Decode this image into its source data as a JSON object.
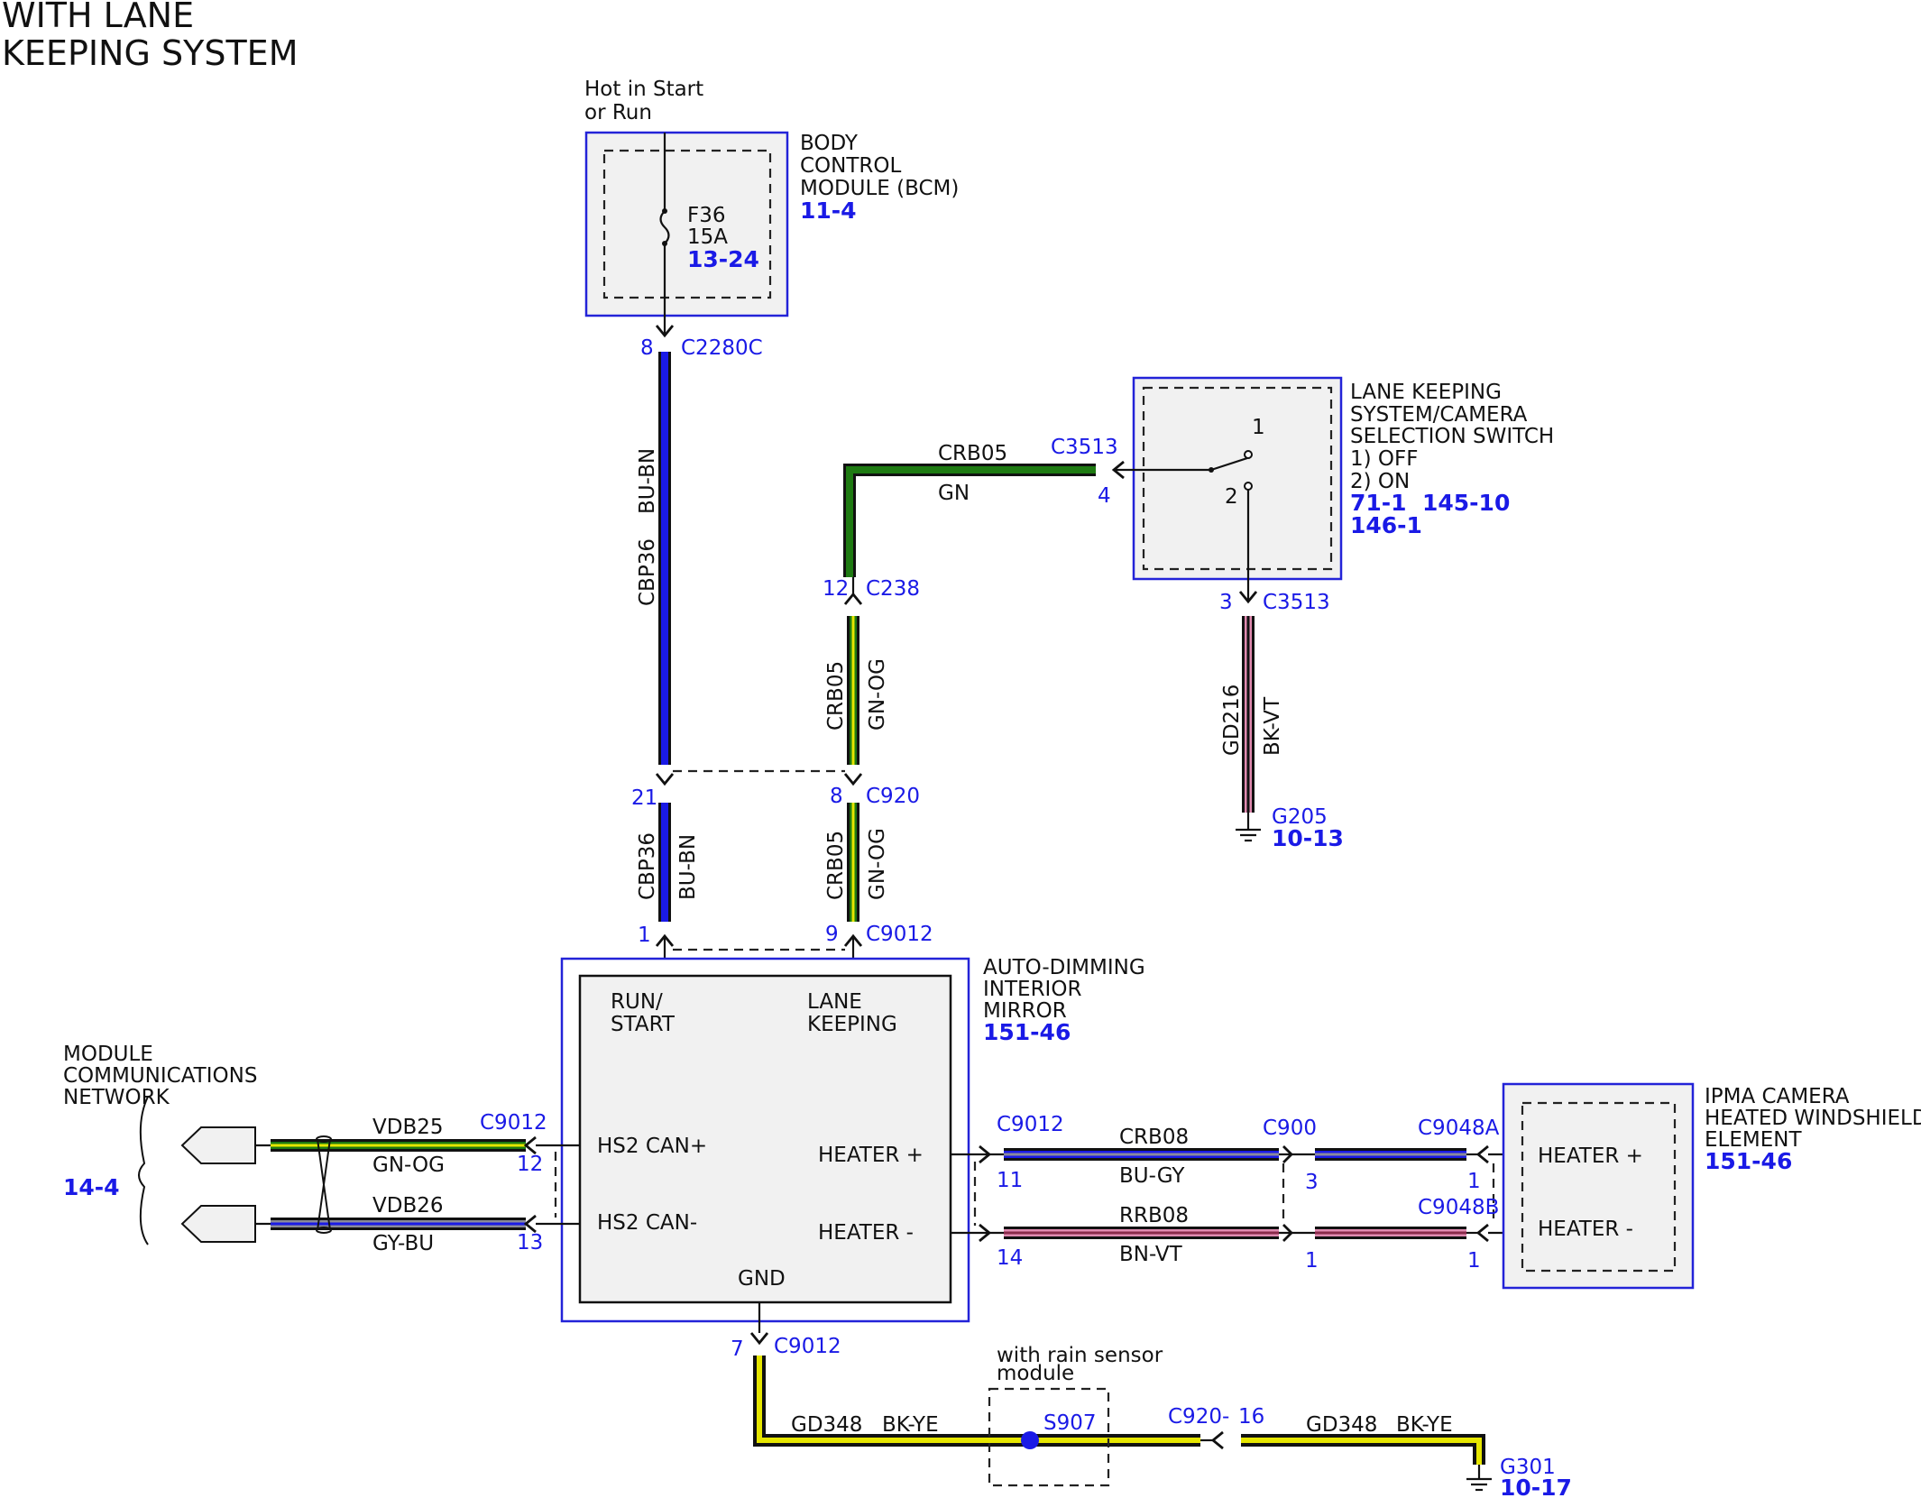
{
  "title": {
    "line1": "WITH LANE",
    "line2": "KEEPING SYSTEM"
  },
  "colors": {
    "blue": "#1a1ae6",
    "green": "#1e7a12",
    "yellow": "#e6e600",
    "grey": "#8a8a9a",
    "pink": "#e08ab0",
    "violet": "#8a2a8a",
    "black": "#111111",
    "brown": "#8b4513",
    "module_border": "#2323d8",
    "module_fill": "#f1f1f1"
  },
  "bcm": {
    "power_note_1": "Hot in Start",
    "power_note_2": "or Run",
    "name_1": "BODY",
    "name_2": "CONTROL",
    "name_3": "MODULE (BCM)",
    "ref": "11-4",
    "fuse_id": "F36",
    "fuse_rating": "15A",
    "fuse_ref": "13-24",
    "pin": "8",
    "connector": "C2280C"
  },
  "wire_cbp36": {
    "circuit": "CBP36",
    "color_code": "BU-BN",
    "upper_pin": "21",
    "lower_pin": "1"
  },
  "switch": {
    "name_1": "LANE KEEPING",
    "name_2": "SYSTEM/CAMERA",
    "name_3": "SELECTION SWITCH",
    "pos_1": "1) OFF",
    "pos_2": "2) ON",
    "ref_1": "71-1",
    "ref_2": "145-10",
    "ref_3": "146-1",
    "contact_1": "1",
    "contact_2": "2",
    "out_pin": "4",
    "out_connector": "C3513",
    "gnd_pin": "3",
    "gnd_connector": "C3513"
  },
  "wire_crb05": {
    "circuit": "CRB05",
    "color_top": "GN",
    "color_mid": "GN-OG",
    "c238_pin": "12",
    "c238": "C238",
    "c920_pin": "8",
    "c920": "C920",
    "mirror_pin": "9"
  },
  "wire_gd216": {
    "circuit": "GD216",
    "color_code": "BK-VT",
    "ground": "G205",
    "ground_ref": "10-13"
  },
  "mirror": {
    "name_1": "AUTO-DIMMING",
    "name_2": "INTERIOR",
    "name_3": "MIRROR",
    "ref": "151-46",
    "connector": "C9012",
    "pin_run_1": "RUN/",
    "pin_run_2": "START",
    "pin_lane_1": "LANE",
    "pin_lane_2": "KEEPING",
    "can_high": "HS2 CAN+",
    "can_low": "HS2 CAN-",
    "heater_pos": "HEATER +",
    "heater_neg": "HEATER -",
    "gnd": "GND"
  },
  "network": {
    "name_1": "MODULE",
    "name_2": "COMMUNICATIONS",
    "name_3": "NETWORK",
    "ref": "14-4",
    "connector": "C9012",
    "vdb25": "VDB25",
    "vdb25_color": "GN-OG",
    "pin_12": "12",
    "vdb26": "VDB26",
    "vdb26_color": "GY-BU",
    "pin_13": "13"
  },
  "heater_wires": {
    "c9012": "C9012",
    "crb08": "CRB08",
    "crb08_color": "BU-GY",
    "rrb08": "RRB08",
    "rrb08_color": "BN-VT",
    "c900": "C900",
    "pin_11": "11",
    "pin_14": "14",
    "pin_3": "3",
    "pin_1a": "1",
    "c9048a": "C9048A",
    "c9048b": "C9048B",
    "pin_1b": "1",
    "pin_1c": "1"
  },
  "ipma": {
    "name_1": "IPMA CAMERA",
    "name_2": "HEATED WINDSHIELD",
    "name_3": "ELEMENT",
    "ref": "151-46",
    "heater_pos": "HEATER +",
    "heater_neg": "HEATER -"
  },
  "ground_circuit": {
    "pin": "7",
    "connector": "C9012",
    "circuit_left": "GD348",
    "color_left": "BK-YE",
    "rain_note_1": "with rain sensor",
    "rain_note_2": "module",
    "splice": "S907",
    "c920": "C920-",
    "c920_pin": "16",
    "circuit_right": "GD348",
    "color_right": "BK-YE",
    "ground": "G301",
    "ground_ref": "10-17"
  }
}
